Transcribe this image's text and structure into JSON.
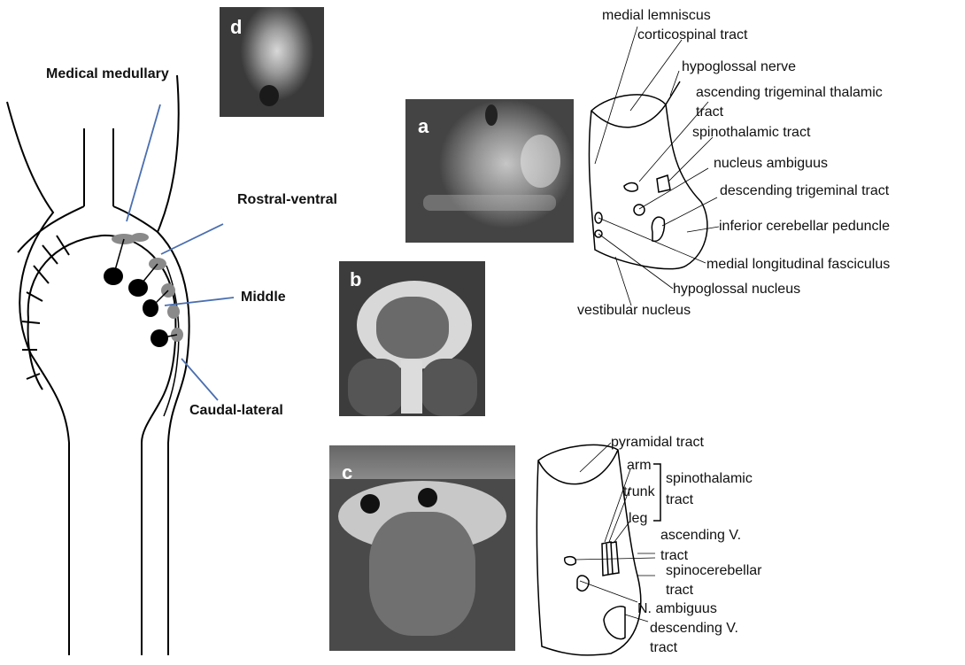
{
  "stem_labels": {
    "medical_medullary": "Medical medullary",
    "rostral_ventral": "Rostral-ventral",
    "middle": "Middle",
    "caudal_lateral": "Caudal-lateral"
  },
  "panels": {
    "a": "a",
    "b": "b",
    "c": "c",
    "d": "d"
  },
  "diagram_upper": {
    "medial_lemniscus": "medial lemniscus",
    "corticospinal_tract": "corticospinal tract",
    "hypoglossal_nerve": "hypoglossal nerve",
    "ascending_trigeminal_thalamic_1": "ascending trigeminal thalamic",
    "ascending_trigeminal_thalamic_2": "tract",
    "spinothalamic_tract": "spinothalamic tract",
    "nucleus_ambiguus": "nucleus ambiguus",
    "descending_trigeminal_tract": "descending trigeminal tract",
    "inferior_cerebellar_peduncle": "inferior cerebellar peduncle",
    "medial_longitudinal_fasciculus": "medial longitudinal fasciculus",
    "hypoglossal_nucleus": "hypoglossal nucleus",
    "vestibular_nucleus": "vestibular nucleus"
  },
  "diagram_lower": {
    "pyramidal_tract": "pyramidal tract",
    "arm": "arm",
    "trunk": "trunk",
    "leg": "leg",
    "spinothalamic_1": "spinothalamic",
    "spinothalamic_2": "tract",
    "ascending_v_1": "ascending V.",
    "ascending_v_2": "tract",
    "spinocerebellar_1": "spinocerebellar",
    "spinocerebellar_2": "tract",
    "n_ambiguus": "N. ambiguus",
    "descending_v_1": "descending V.",
    "descending_v_2": "tract"
  },
  "colors": {
    "pointer_line": "#4a6fb0",
    "infarct_black": "#000000",
    "infarct_gray": "#8a8a8a"
  }
}
